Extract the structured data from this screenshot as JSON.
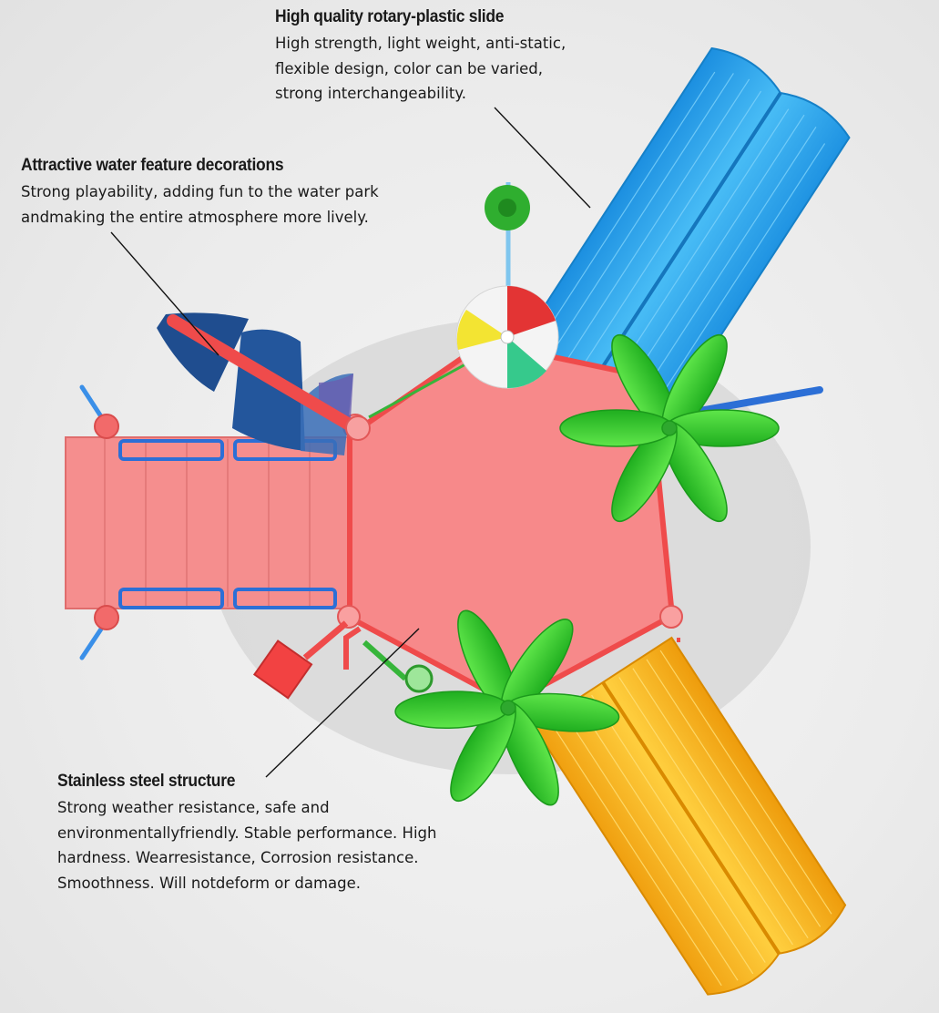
{
  "callouts": {
    "slide": {
      "title": "High quality rotary-plastic slide",
      "lines": [
        "High strength, light weight, anti-static,",
        "flexible design, color can be varied,",
        "strong interchangeability."
      ]
    },
    "water": {
      "title": "Attractive water feature decorations",
      "lines": [
        "Strong playability, adding fun to the water park",
        "andmaking the entire atmosphere more lively."
      ]
    },
    "steel": {
      "title": "Stainless steel structure",
      "lines": [
        "Strong weather resistance, safe and",
        "environmentallyfriendly. Stable performance. High",
        "hardness. Wearresistance, Corrosion resistance.",
        "Smoothness. Will notdeform or damage."
      ]
    }
  },
  "colors": {
    "platform": "#f7898a",
    "blue_slide": "#2fa8ee",
    "yellow_slide": "#f5b21c",
    "leaf_green": "#3ccf2c",
    "rail_blue": "#2c6fd6",
    "frame_red": "#ef4b4b",
    "sail_navy": "#1f4d8f"
  }
}
